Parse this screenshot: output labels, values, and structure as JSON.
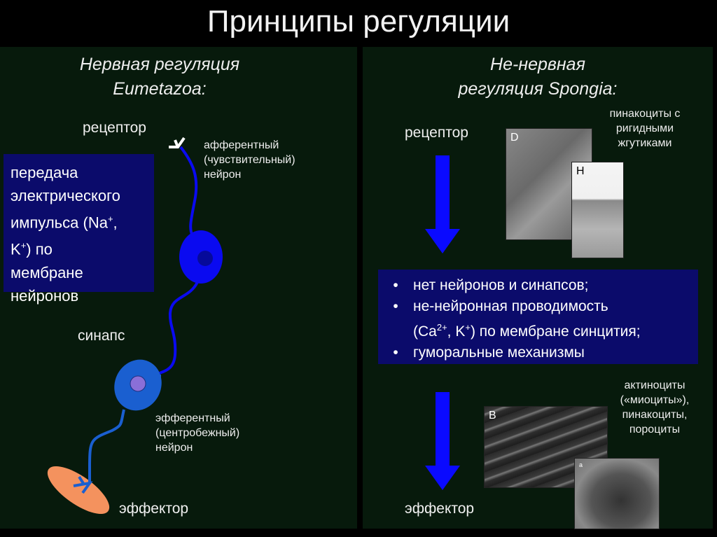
{
  "title": "Принципы регуляции",
  "left": {
    "heading_line1": "Нервная регуляция",
    "heading_line2": "Eumetazoa:",
    "receptor": "рецептор",
    "afferent": [
      "афферентный",
      "(чувствительный)",
      "нейрон"
    ],
    "info_box": {
      "line1": "передача",
      "line2": "электрического",
      "line3_prefix": "импульса (Na",
      "line3_sup": "+",
      "line3_suffix": ",",
      "line4_prefix": "K",
      "line4_sup": "+",
      "line4_suffix": ") по",
      "line5": "мембране",
      "line6": "нейронов"
    },
    "synapse": "синапс",
    "efferent": [
      "эфферентный",
      "(центробежный)",
      "нейрон"
    ],
    "effector": "эффектор"
  },
  "right": {
    "heading_line1": "Не-нервная",
    "heading_line2": "регуляция Spongia:",
    "receptor": "рецептор",
    "top_caption": [
      "пинакоциты с",
      "ригидными",
      "жгутиками"
    ],
    "photo_labels": [
      "D",
      "H",
      "B",
      "a"
    ],
    "bullet": "•",
    "bullets": {
      "b1": "нет нейронов и синапсов;",
      "b2_line1": "не-нейронная проводимость",
      "b2_line2_a": "(Ca",
      "b2_line2_sup1": "2+",
      "b2_line2_b": ", K",
      "b2_line2_sup2": "+",
      "b2_line2_c": ") по мембране синцития;",
      "b3": "гуморальные механизмы"
    },
    "bottom_caption": [
      "актиноциты",
      "(«миоциты»),",
      "пинакоциты,",
      "пороциты"
    ],
    "effector": "эффектор"
  },
  "colors": {
    "panel": "#071a0c",
    "box": "#0b0b6b",
    "arrow": "#0a0aff",
    "neuron1": "#0a0af0",
    "neuron2": "#1a5fd0",
    "effector": "#f4925e"
  }
}
